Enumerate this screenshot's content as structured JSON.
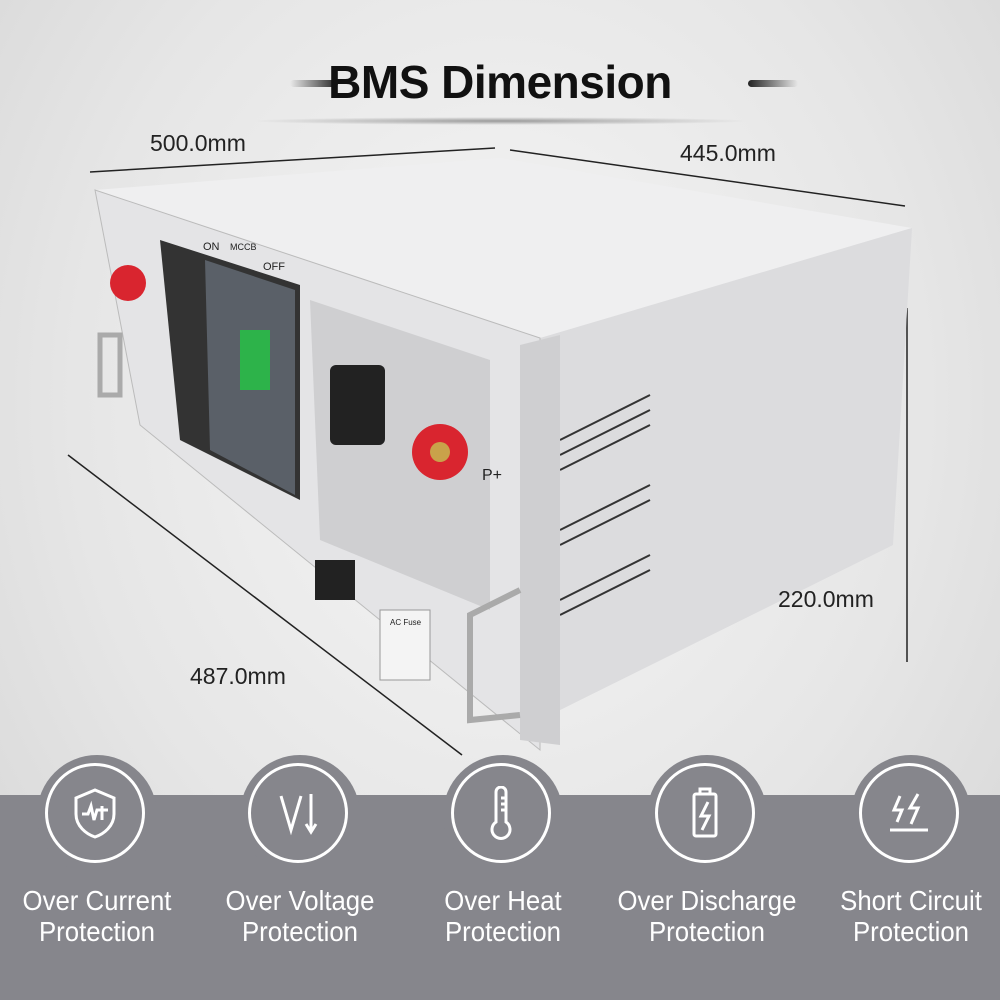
{
  "header": {
    "title": "BMS Dimension"
  },
  "dimensions": {
    "width": "500.0mm",
    "depth": "445.0mm",
    "height": "220.0mm",
    "length": "487.0mm"
  },
  "device_labels": {
    "on": "ON",
    "mccb": "MCCB",
    "off": "OFF",
    "positive": "P+",
    "ac_fuse": "AC Fuse"
  },
  "colors": {
    "band": "#86868c",
    "terminal_red": "#d9252f",
    "body": "#e9e9ea"
  },
  "features": [
    {
      "icon": "shield-current-icon",
      "line1": "Over Current",
      "line2": "Protection"
    },
    {
      "icon": "voltage-down-icon",
      "line1": "Over Voltage",
      "line2": "Protection"
    },
    {
      "icon": "thermometer-icon",
      "line1": "Over Heat",
      "line2": "Protection"
    },
    {
      "icon": "battery-bolt-icon",
      "line1": "Over Discharge",
      "line2": "Protection"
    },
    {
      "icon": "lightning-short-icon",
      "line1": "Short Circuit",
      "line2": "Protection"
    }
  ]
}
